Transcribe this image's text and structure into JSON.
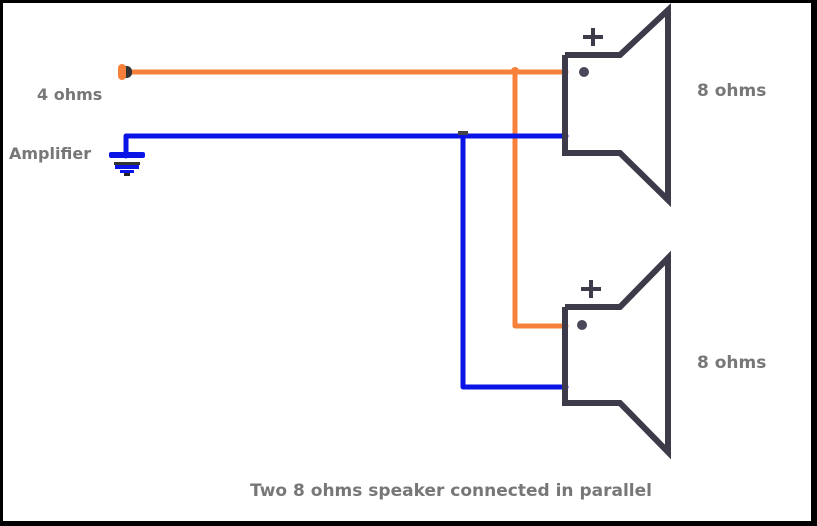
{
  "diagram": {
    "type": "wiring-diagram",
    "caption": "Two 8 ohms speaker connected in parallel",
    "amplifier": {
      "label": "Amplifier",
      "impedance_label": "4 ohms",
      "positive_terminal": "orange-wire",
      "ground_terminal": "blue-wire"
    },
    "speakers": [
      {
        "id": "speaker-1",
        "impedance_label": "8 ohms",
        "polarity_mark": "+"
      },
      {
        "id": "speaker-2",
        "impedance_label": "8 ohms",
        "polarity_mark": "+"
      }
    ],
    "colors": {
      "positive_wire": "#f7813a",
      "negative_wire": "#0a14e6",
      "speaker_outline": "#3d3a4a",
      "label_text": "#777777",
      "border": "#000000",
      "background": "#ffffff"
    }
  }
}
